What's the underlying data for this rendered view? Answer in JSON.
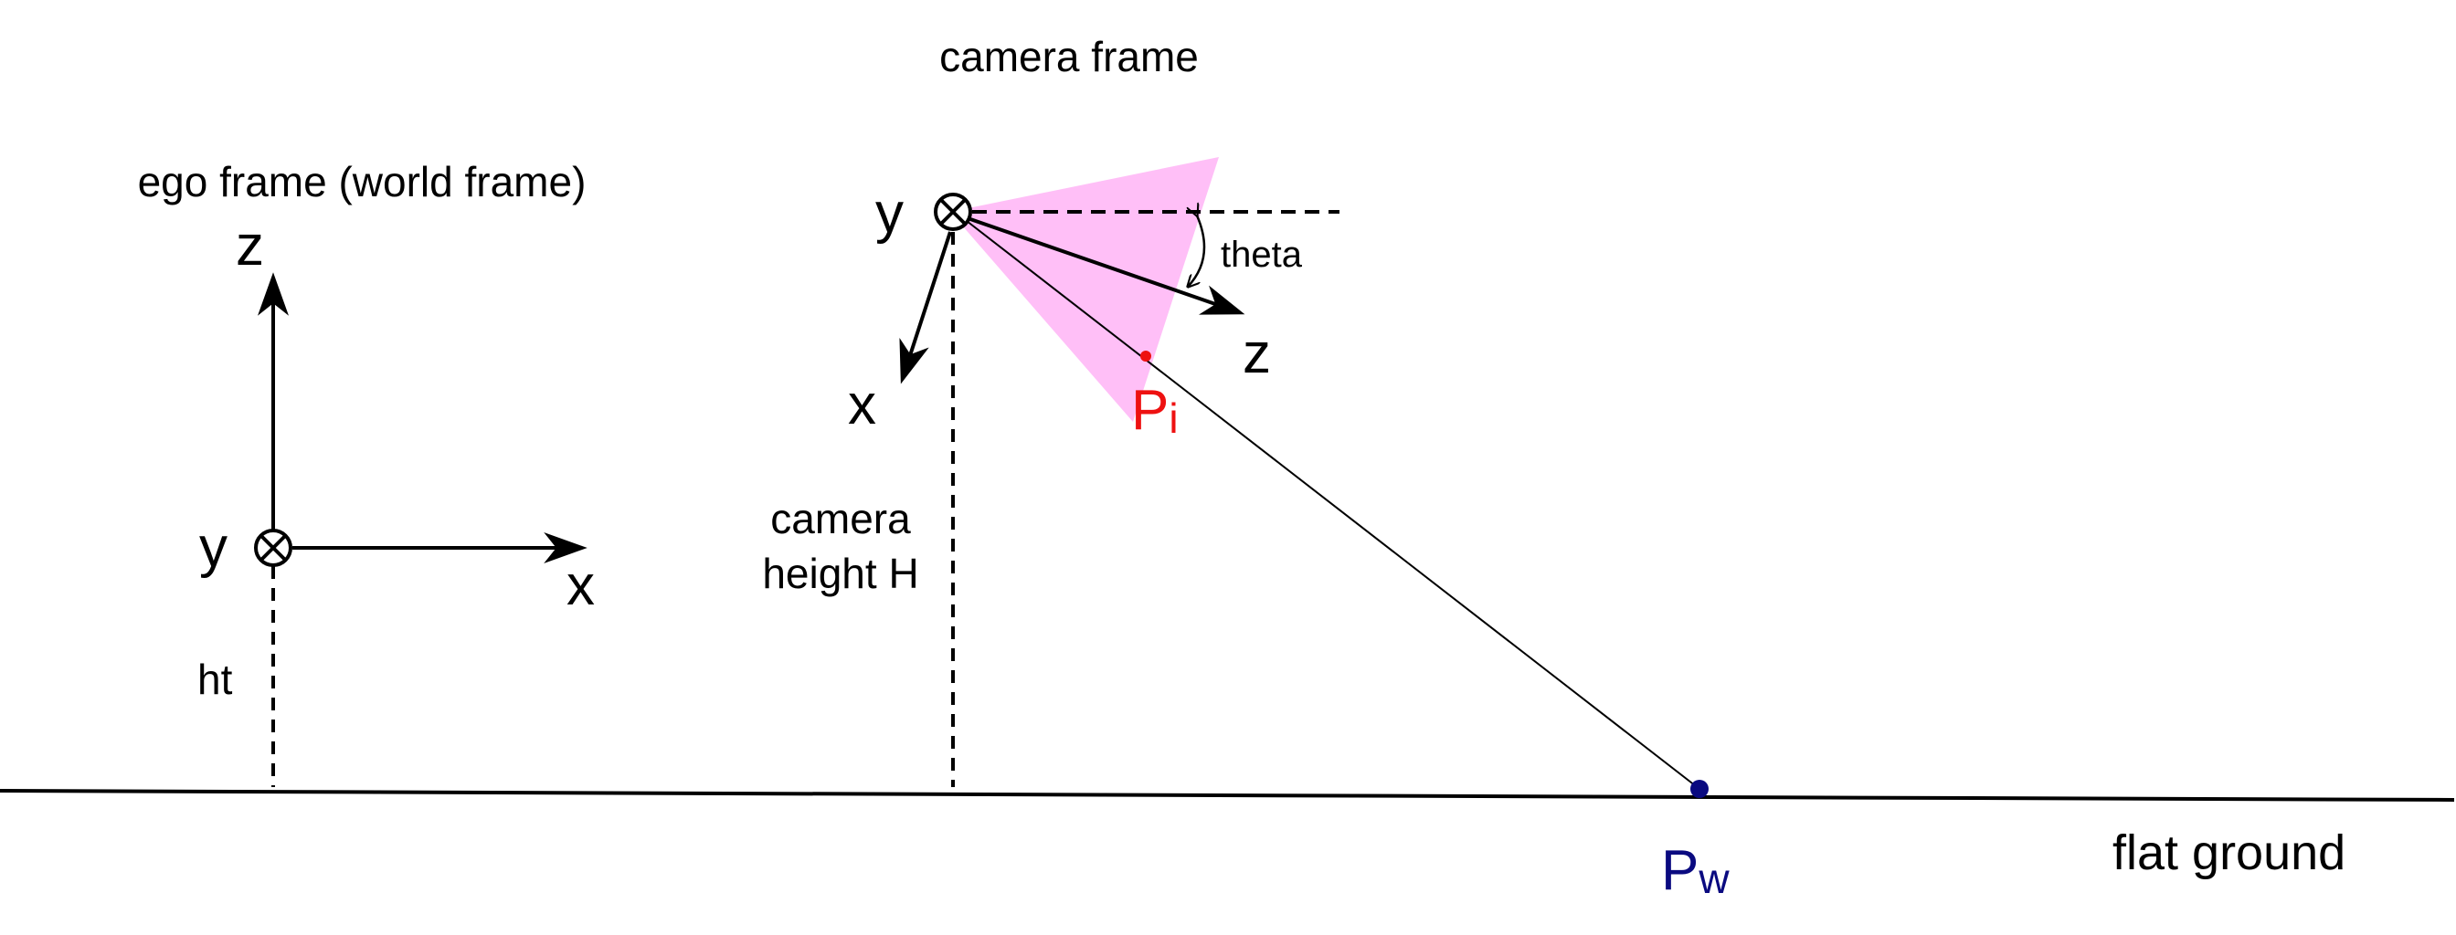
{
  "titles": {
    "camera_frame": "camera frame",
    "ego_frame": "ego frame (world frame)"
  },
  "ego_axes": {
    "z": "z",
    "y": "y",
    "x": "x"
  },
  "camera_axes": {
    "y": "y",
    "x": "x",
    "z": "z"
  },
  "labels": {
    "ht": "ht",
    "camera_height_line1": "camera",
    "camera_height_line2": "height H",
    "theta": "theta",
    "flat_ground": "flat ground"
  },
  "points": {
    "image_point": {
      "main": "P",
      "sub": "i"
    },
    "world_point": {
      "main": "P",
      "sub": "w"
    }
  },
  "colors": {
    "image_plane": "#ffbff7",
    "image_point": "#ee1111",
    "world_point": "#0a0a80",
    "stroke": "#000000"
  }
}
